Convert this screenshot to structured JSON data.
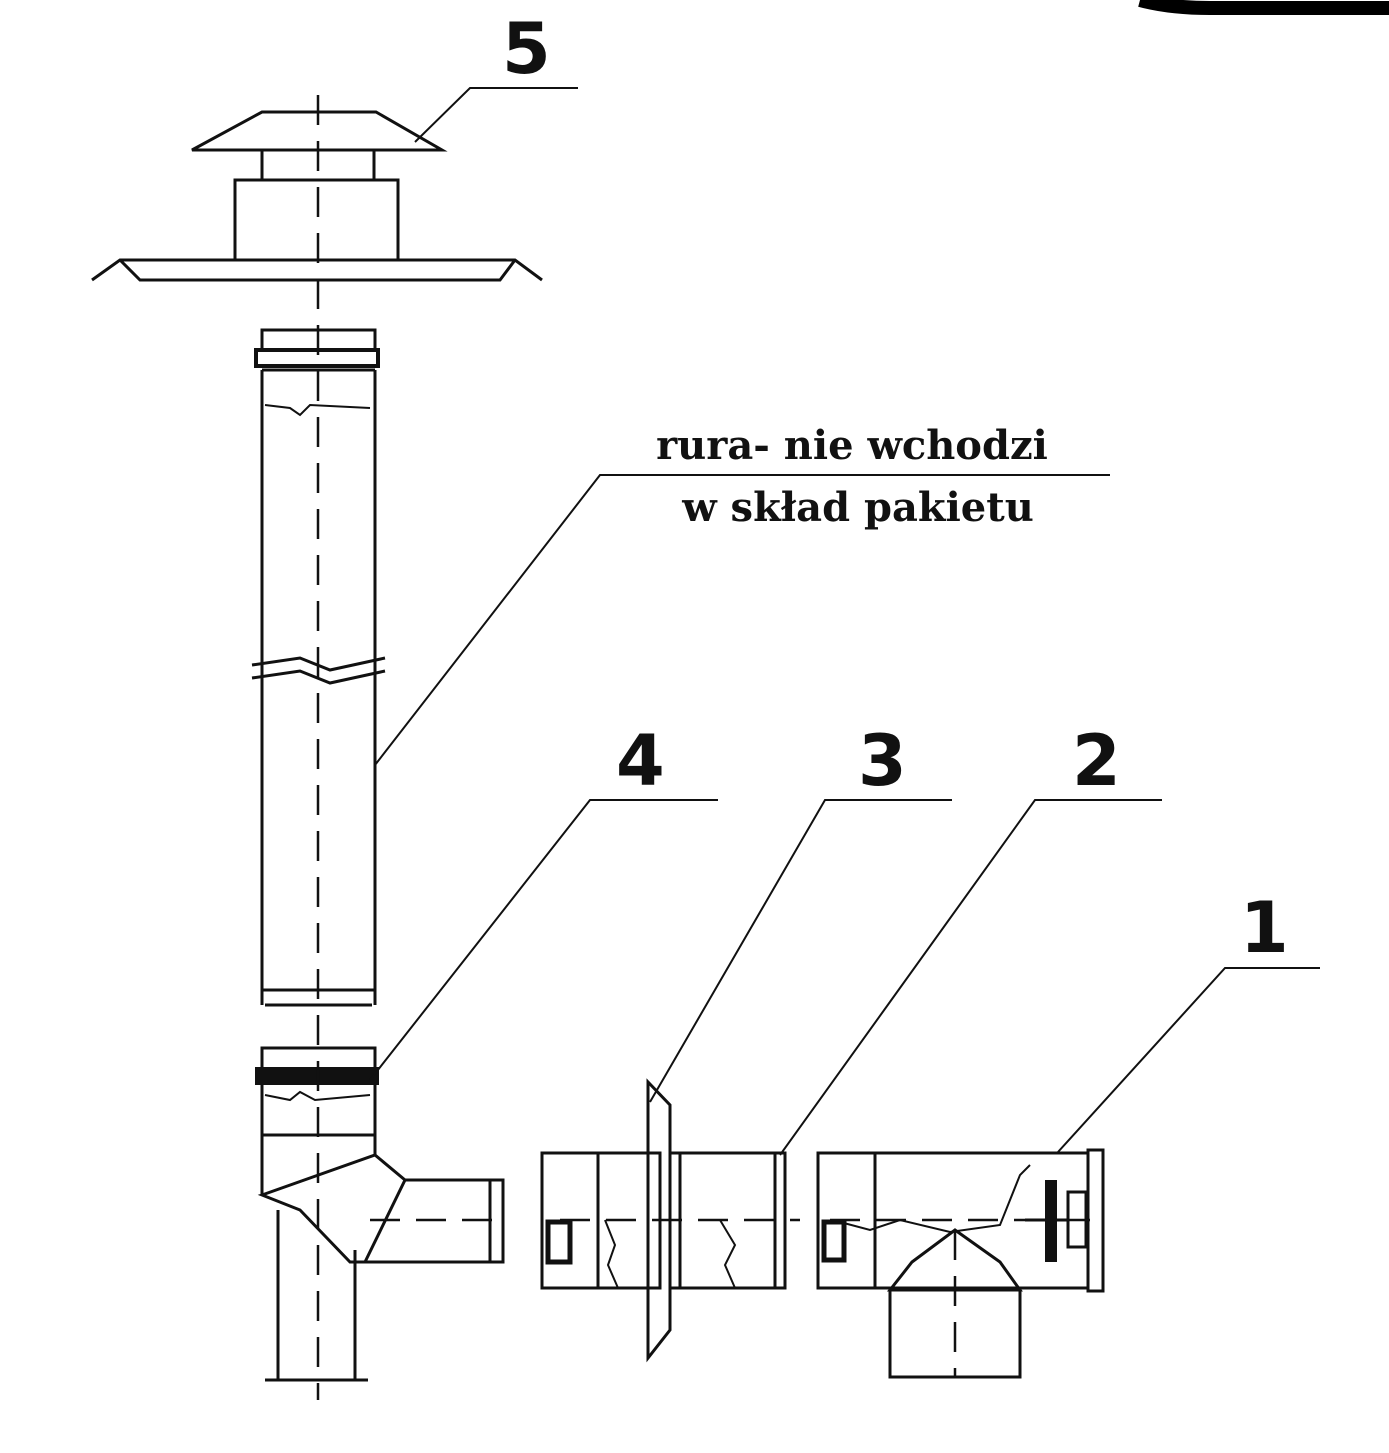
{
  "labels": {
    "part1": "1",
    "part2": "2",
    "part3": "3",
    "part4": "4",
    "part5": "5"
  },
  "note": {
    "line1": "rura- nie wchodzi",
    "line2": "w skład pakietu"
  }
}
